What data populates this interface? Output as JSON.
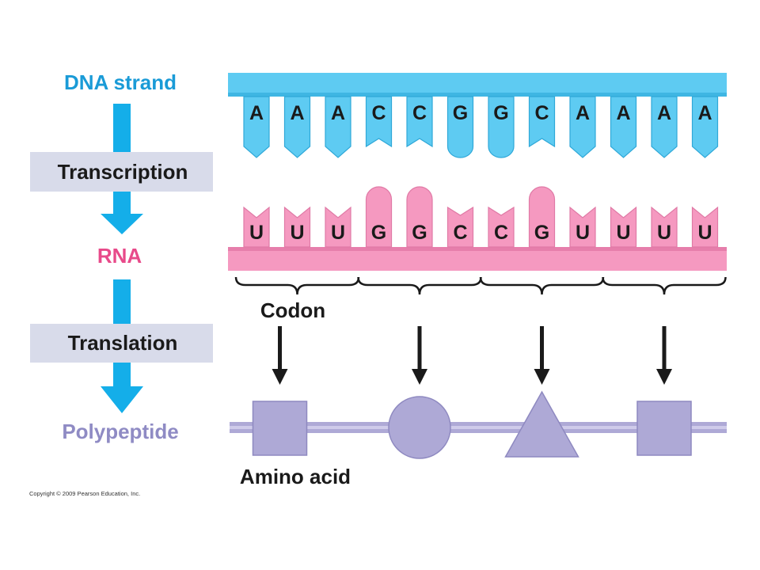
{
  "labels": {
    "dna": "DNA strand",
    "transcription": "Transcription",
    "rna": "RNA",
    "translation": "Translation",
    "polypeptide": "Polypeptide",
    "codon": "Codon",
    "amino_acid": "Amino acid",
    "copyright": "Copyright © 2009 Pearson Education, Inc."
  },
  "dna_bases": [
    "A",
    "A",
    "A",
    "C",
    "C",
    "G",
    "G",
    "C",
    "A",
    "A",
    "A",
    "A"
  ],
  "rna_bases": [
    "U",
    "U",
    "U",
    "G",
    "G",
    "C",
    "C",
    "G",
    "U",
    "U",
    "U",
    "U"
  ],
  "amino_acids": [
    "square",
    "circle",
    "triangle",
    "square"
  ],
  "colors": {
    "dna": "#5ecbf2",
    "dna_label": "#1a9bd7",
    "rna": "#f599c0",
    "rna_label": "#e84a8a",
    "polypeptide": "#aea9d6",
    "polypeptide_label": "#8f8bc4",
    "process_box": "#d8dbea",
    "flow_arrow": "#14aee9"
  }
}
